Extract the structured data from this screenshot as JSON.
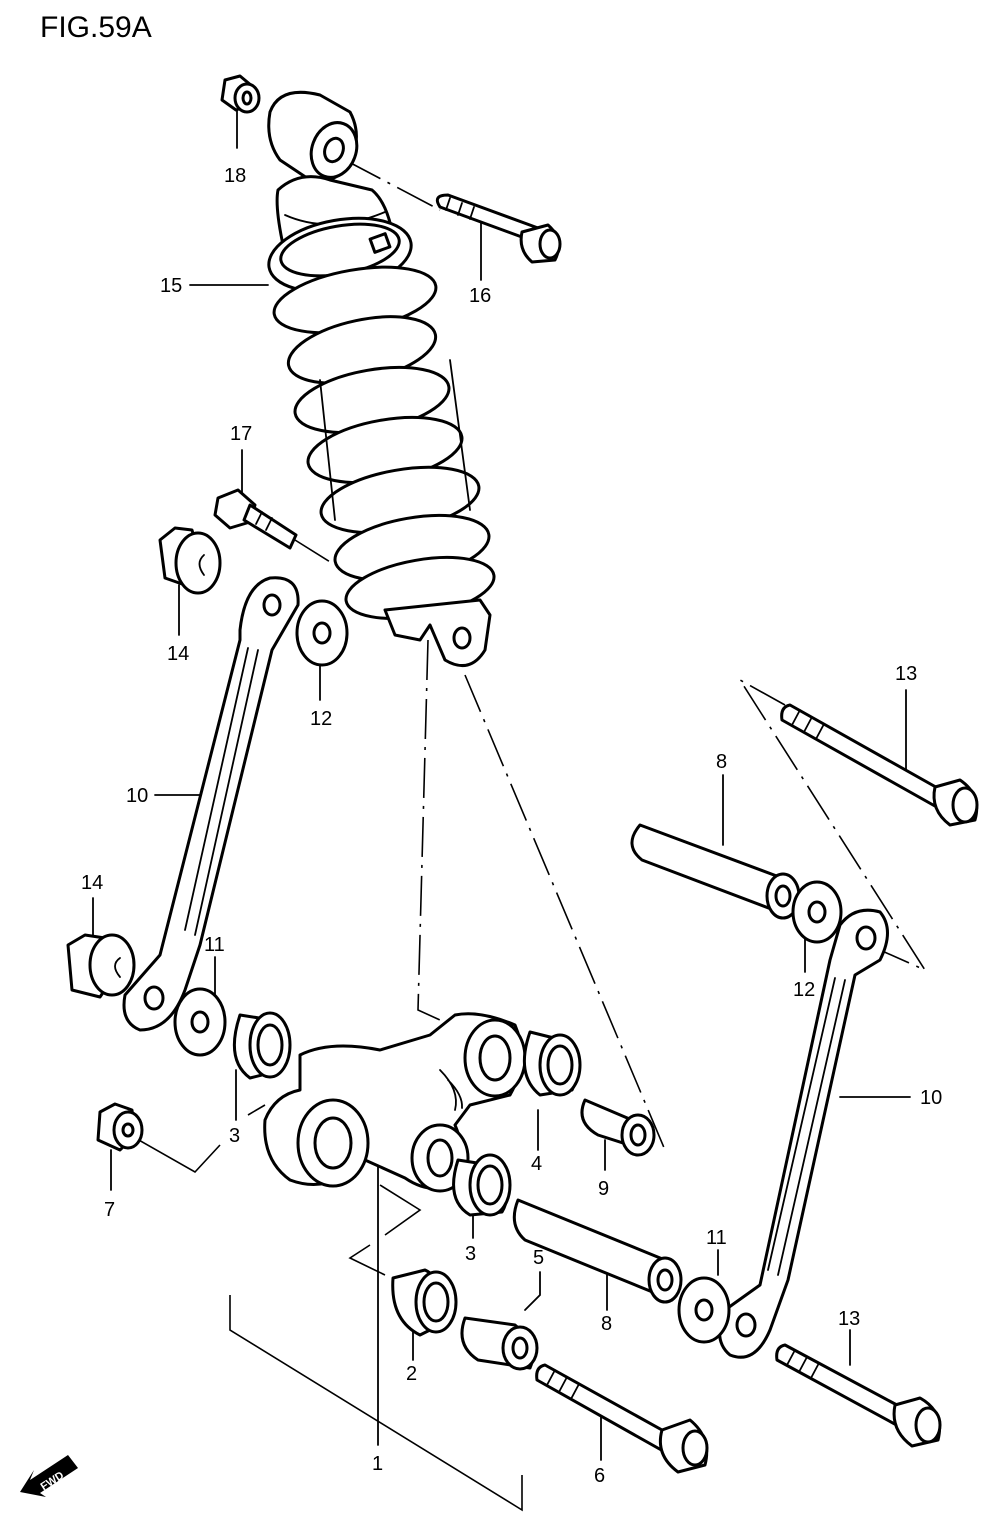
{
  "figure": {
    "title": "FIG.59A",
    "fwd_label": "FWD"
  },
  "callouts": [
    {
      "id": "c18",
      "text": "18"
    },
    {
      "id": "c15",
      "text": "15"
    },
    {
      "id": "c16",
      "text": "16"
    },
    {
      "id": "c17",
      "text": "17"
    },
    {
      "id": "c14a",
      "text": "14"
    },
    {
      "id": "c12a",
      "text": "12"
    },
    {
      "id": "c13a",
      "text": "13"
    },
    {
      "id": "c8a",
      "text": "8"
    },
    {
      "id": "c10a",
      "text": "10"
    },
    {
      "id": "c14b",
      "text": "14"
    },
    {
      "id": "c11a",
      "text": "11"
    },
    {
      "id": "c12b",
      "text": "12"
    },
    {
      "id": "c10b",
      "text": "10"
    },
    {
      "id": "c3a",
      "text": "3"
    },
    {
      "id": "c4",
      "text": "4"
    },
    {
      "id": "c9",
      "text": "9"
    },
    {
      "id": "c7",
      "text": "7"
    },
    {
      "id": "c3b",
      "text": "3"
    },
    {
      "id": "c5",
      "text": "5"
    },
    {
      "id": "c11b",
      "text": "11"
    },
    {
      "id": "c8b",
      "text": "8"
    },
    {
      "id": "c13b",
      "text": "13"
    },
    {
      "id": "c2",
      "text": "2"
    },
    {
      "id": "c1",
      "text": "1"
    },
    {
      "id": "c6",
      "text": "6"
    }
  ]
}
